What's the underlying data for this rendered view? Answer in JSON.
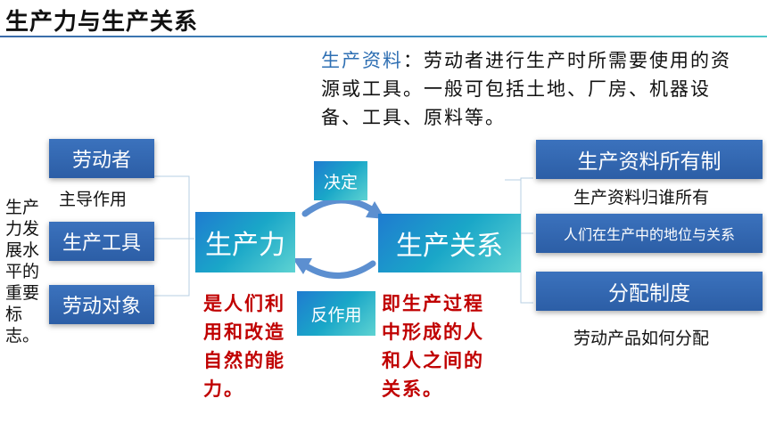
{
  "title": "生产力与生产关系",
  "definition": {
    "term": "生产资料",
    "text": "：劳动者进行生产时所需要使用的资源或工具。一般可包括土地、厂房、机器设备、工具、原料等。"
  },
  "left": {
    "items": [
      {
        "label": "劳动者"
      },
      {
        "label": "生产工具"
      },
      {
        "label": "劳动对象"
      }
    ],
    "caption": "主导作用",
    "note": "生产力发展水平的重要标志。"
  },
  "center": {
    "productivity": "生产力",
    "relations": "生产关系",
    "decides": "决定",
    "reaction": "反作用",
    "productivity_desc": "是人们利用和改造自然的能力。",
    "relations_desc": "即生产过程中形成的人和人之间的关系。"
  },
  "right": {
    "ownership": {
      "label": "生产资料所有制",
      "caption": "生产资料归谁所有"
    },
    "position": {
      "label": "人们在生产中的地位与关系"
    },
    "distribution": {
      "label": "分配制度",
      "caption": "劳动产品如何分配"
    }
  },
  "colors": {
    "box_blue": "#2f63ab",
    "teal": "#1aa7c8",
    "red_text": "#c00000",
    "term_blue": "#2e6fb3"
  }
}
